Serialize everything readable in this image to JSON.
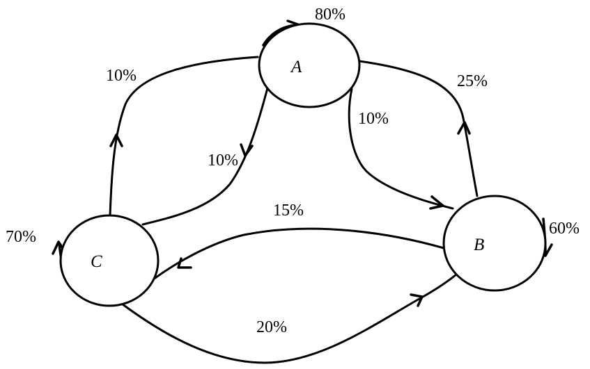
{
  "nodes": {
    "a": {
      "label": "A",
      "self_loop": "80%"
    },
    "b": {
      "label": "B",
      "self_loop": "60%"
    },
    "c": {
      "label": "C",
      "self_loop": "70%"
    }
  },
  "edges": {
    "a_to_b": "10%",
    "b_to_a": "25%",
    "a_to_c": "10%",
    "c_to_a": "10%",
    "b_to_c": "15%",
    "c_to_b": "20%"
  },
  "colors": {
    "stroke": "#000000",
    "background": "#ffffff"
  }
}
